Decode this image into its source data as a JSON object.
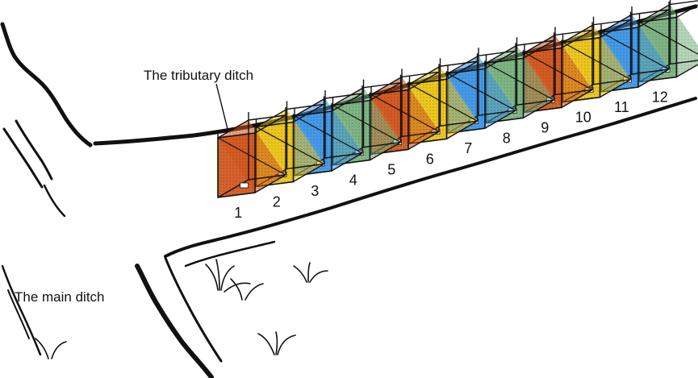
{
  "labels": {
    "tributary": "The tributary ditch",
    "main": "The main ditch"
  },
  "cells": [
    {
      "id": "1",
      "color": "#d2551b"
    },
    {
      "id": "2",
      "color": "#ecc416"
    },
    {
      "id": "3",
      "color": "#3d96e6"
    },
    {
      "id": "4",
      "color": "#7ab27e"
    },
    {
      "id": "5",
      "color": "#d2551b"
    },
    {
      "id": "6",
      "color": "#ecc416"
    },
    {
      "id": "7",
      "color": "#3d96e6"
    },
    {
      "id": "8",
      "color": "#7ab27e"
    },
    {
      "id": "9",
      "color": "#d2551b"
    },
    {
      "id": "10",
      "color": "#ecc416"
    },
    {
      "id": "11",
      "color": "#3d96e6"
    },
    {
      "id": "12",
      "color": "#7ab27e"
    }
  ],
  "colors": {
    "ink": "#111111"
  }
}
